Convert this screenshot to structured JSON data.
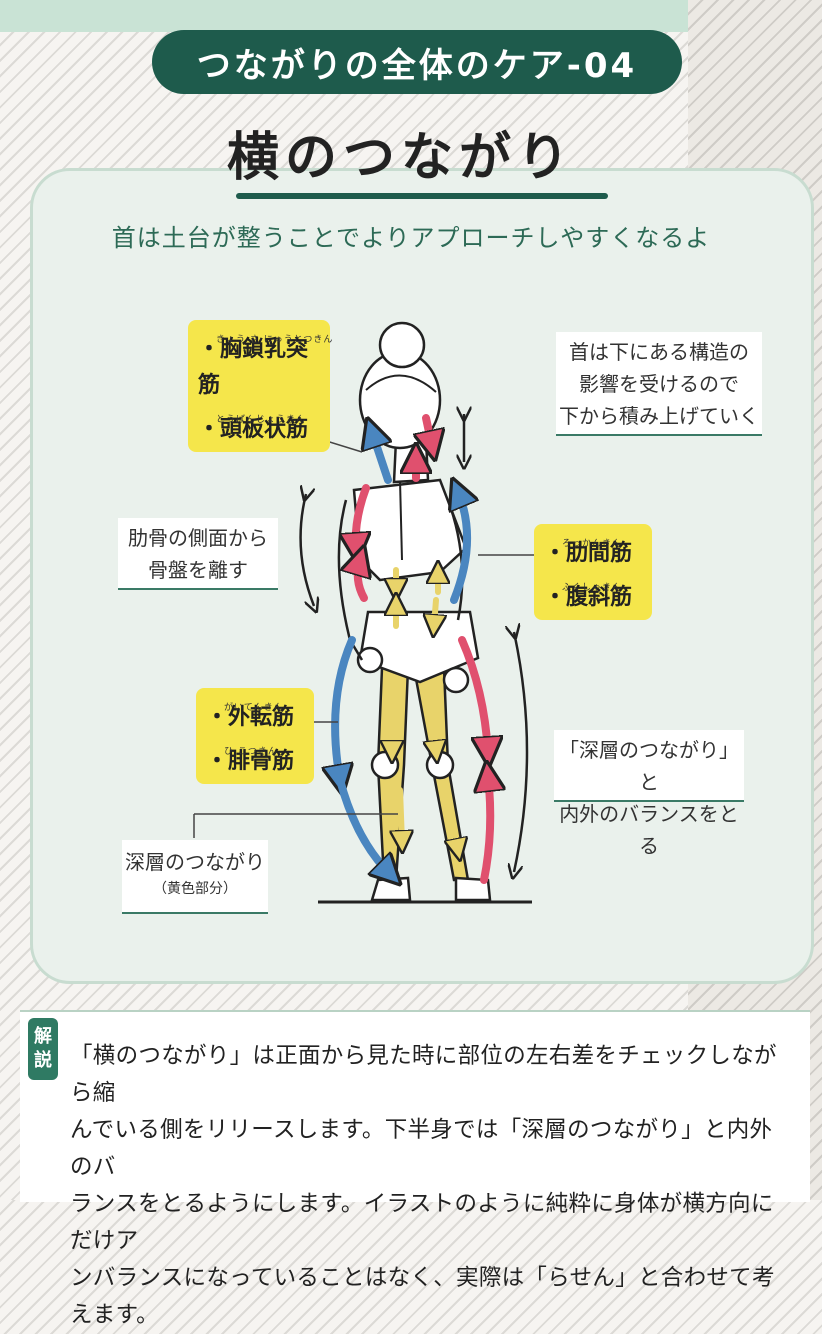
{
  "header": {
    "series_label": "つながりの全体のケア-04",
    "title": "横のつながり",
    "subtitle": "首は土台が整うことでよりアプローチしやすくなるよ"
  },
  "figure": {
    "tags": {
      "neck": {
        "items": [
          {
            "label": "・胸鎖乳突筋",
            "ruby": "きょう さ にゅうとつきん"
          },
          {
            "label": "・頭板状筋",
            "ruby": "とうばんじょうきん"
          }
        ]
      },
      "trunk": {
        "items": [
          {
            "label": "・肋間筋",
            "ruby": "ろっかんきん"
          },
          {
            "label": "・腹斜筋",
            "ruby": "ふくしゃきん"
          }
        ]
      },
      "legs": {
        "items": [
          {
            "label": "・外転筋",
            "ruby": "がいてんきん"
          },
          {
            "label": "・腓骨筋",
            "ruby": "ひ こつきん"
          }
        ]
      }
    },
    "notes": {
      "neck_note": [
        "首は下にある構造の",
        "影響を受けるので",
        "下から積み上げていく"
      ],
      "rib_note": [
        "肋骨の側面から",
        "骨盤を離す"
      ],
      "deep_note": [
        "「深層のつながり」と",
        "内外のバランスをとる"
      ],
      "deep_label": "深層のつながり",
      "deep_sub": "（黄色部分）"
    }
  },
  "explanation": {
    "tab": [
      "解",
      "説"
    ],
    "lines": [
      "「横のつながり」は正面から見た時に部位の左右差をチェックしながら縮",
      "んでいる側をリリースします。下半身では「深層のつながり」と内外のバ",
      "ランスをとるようにします。イラストのように純粋に身体が横方向にだけア",
      "ンバランスになっていることはなく、実際は「らせん」と合わせて考えます。"
    ]
  },
  "colors": {
    "brand_green": "#1e5b4c",
    "accent_yellow": "#f5e64b",
    "arrow_pink": "#e0506e",
    "arrow_blue": "#4a86c0",
    "deep_yellow": "#e8d36a"
  }
}
